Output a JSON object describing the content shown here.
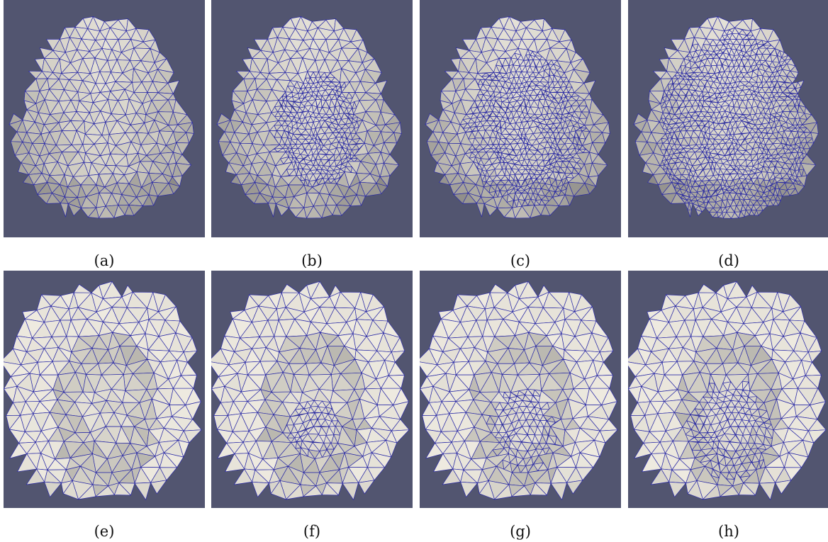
{
  "figure": {
    "background_color": "#525570",
    "mesh_edge_color": "#2b2ba6",
    "surface_light": "#eeeae0",
    "surface_mid": "#cfccc2",
    "surface_dark": "#8e8c88",
    "panels": [
      {
        "caption": "(a)",
        "view": "convex-top",
        "refinement": 0
      },
      {
        "caption": "(b)",
        "view": "convex-top",
        "refinement": 1
      },
      {
        "caption": "(c)",
        "view": "convex-top",
        "refinement": 2
      },
      {
        "caption": "(d)",
        "view": "convex-top",
        "refinement": 3
      },
      {
        "caption": "(e)",
        "view": "concave-cup",
        "refinement": 0
      },
      {
        "caption": "(f)",
        "view": "concave-cup",
        "refinement": 1
      },
      {
        "caption": "(g)",
        "view": "concave-cup",
        "refinement": 2
      },
      {
        "caption": "(h)",
        "view": "concave-cup",
        "refinement": 3
      }
    ]
  }
}
